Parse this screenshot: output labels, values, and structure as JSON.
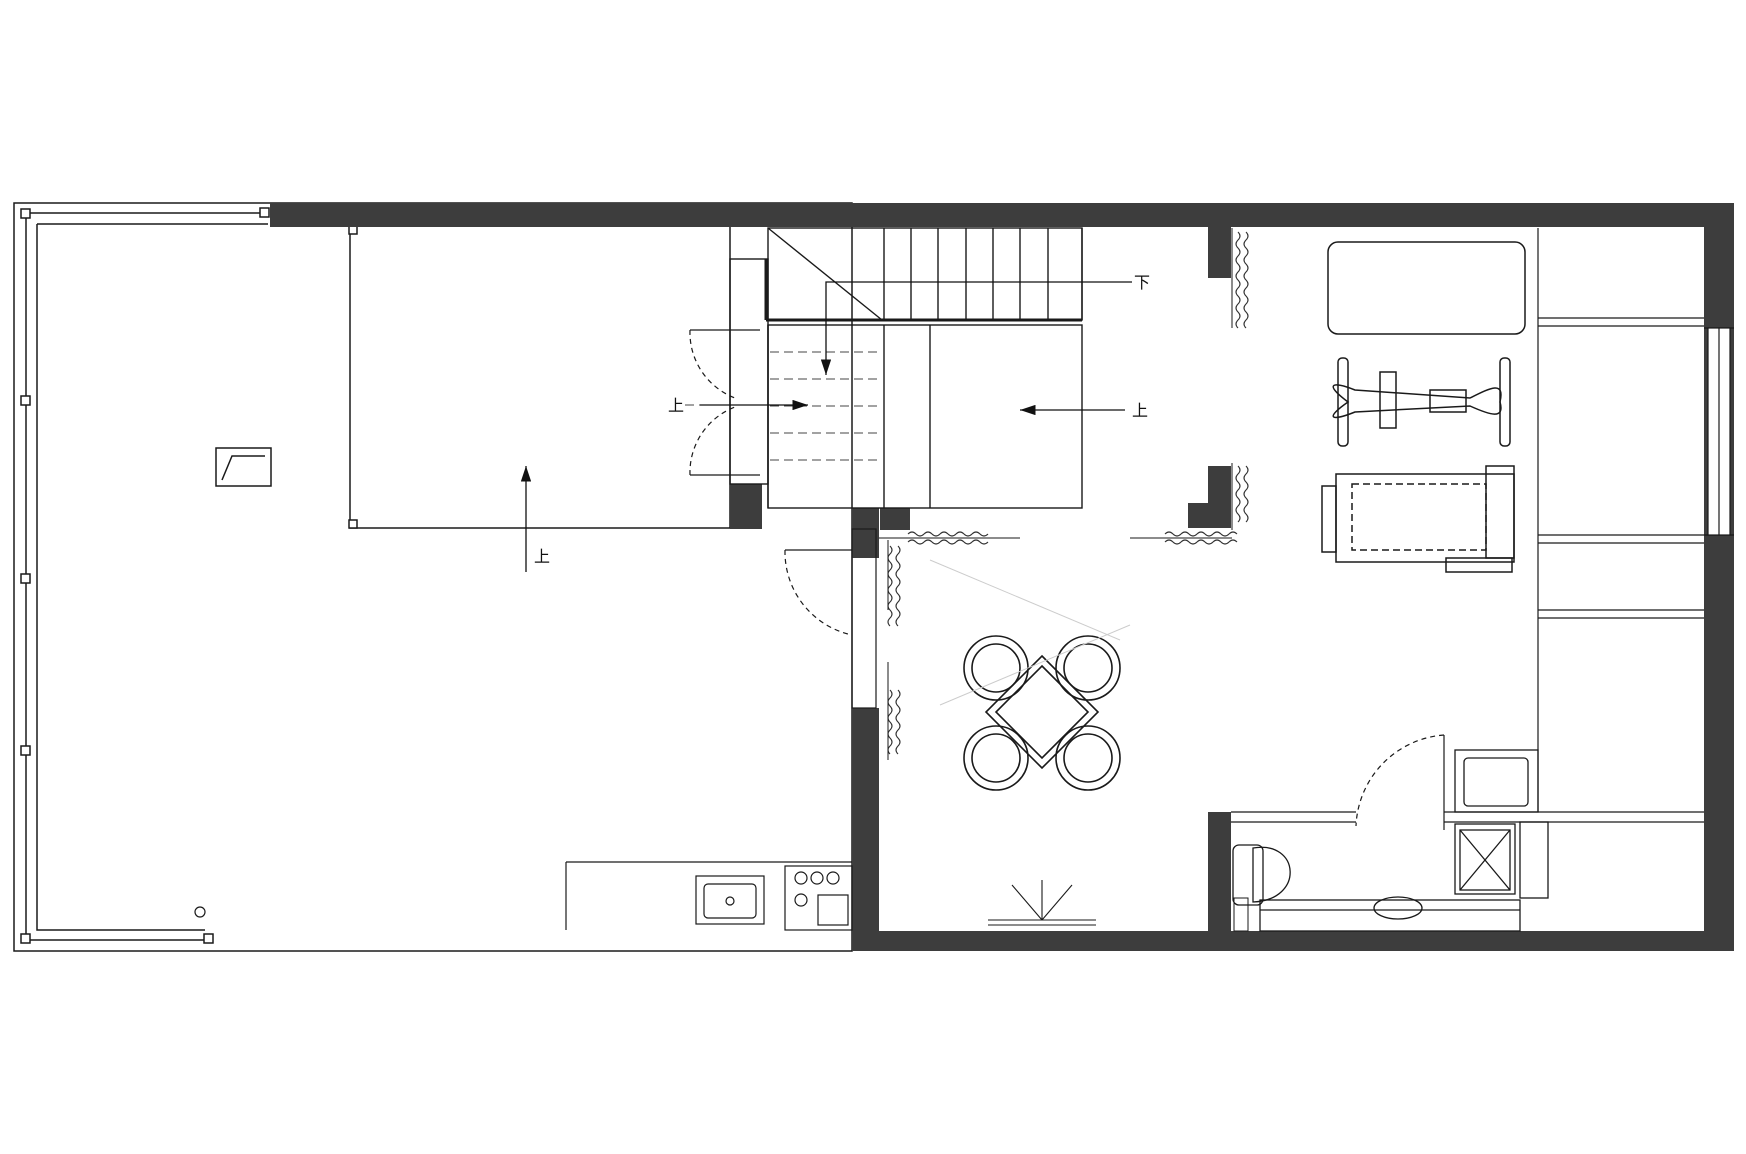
{
  "labels": {
    "stair_up_left": "上",
    "stair_up_right": "上",
    "stair_down": "下",
    "ramp_up": "上"
  },
  "colors": {
    "wall": "#3d3d3d",
    "line": "#1a1a1a",
    "background": "#ffffff"
  }
}
